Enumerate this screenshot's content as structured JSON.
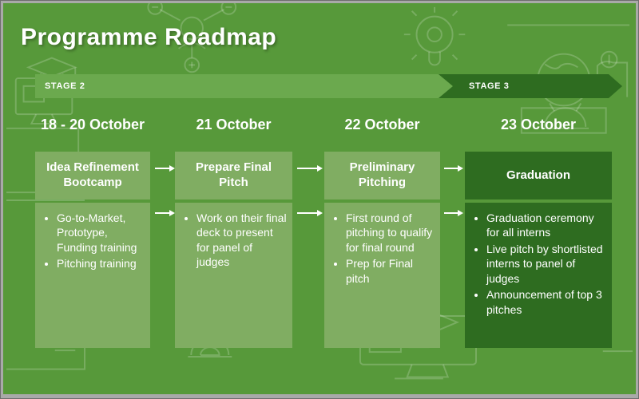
{
  "slide": {
    "title": "Programme Roadmap",
    "stages": [
      {
        "label": "STAGE 2"
      },
      {
        "label": "STAGE 3"
      }
    ],
    "columns": [
      {
        "date": "18 - 20 October",
        "header": "Idea Refinement Bootcamp",
        "bullets": [
          "Go-to-Market, Prototype, Funding training",
          "Pitching training"
        ]
      },
      {
        "date": "21  October",
        "header": "Prepare Final Pitch",
        "bullets": [
          "Work on their final deck to present for panel of judges"
        ]
      },
      {
        "date": "22  October",
        "header": "Preliminary Pitching",
        "bullets": [
          "First round of pitching to qualify for final round",
          "Prep for Final pitch"
        ]
      },
      {
        "date": "23 October",
        "header": "Graduation",
        "bullets": [
          "Graduation ceremony for all interns",
          "Live pitch by shortlisted interns to panel of judges",
          "Announcement of top 3 pitches"
        ]
      }
    ],
    "colors": {
      "background": "#57993a",
      "light_box": "#80ad62",
      "dark_box": "#2e6c20",
      "stage2_band": "#6ba94e",
      "stage3_band": "#2e6c20",
      "text": "#ffffff",
      "frame": "#a9a9a9"
    },
    "decorations": [
      "network-hub-icon",
      "lightbulb-gear-icon",
      "globe-icon",
      "invoice-dollar-icon",
      "graduation-cap-icon",
      "monitor-icon",
      "laptop-icon",
      "bug-icon",
      "circuit-lines",
      "robot-icon"
    ]
  }
}
